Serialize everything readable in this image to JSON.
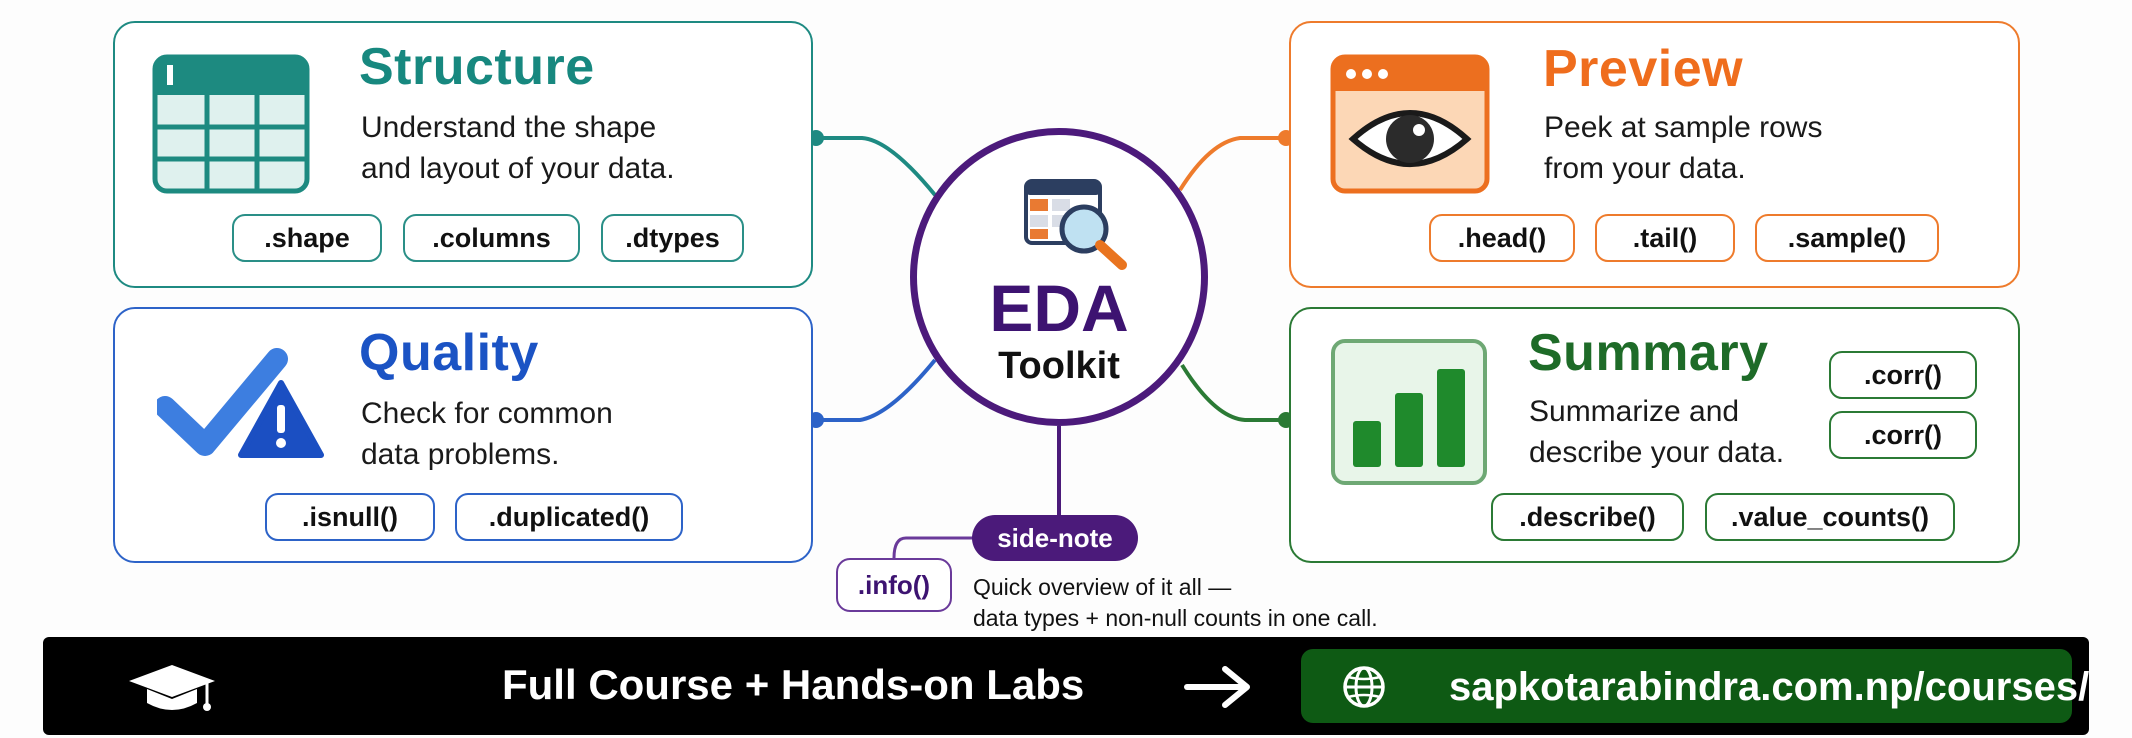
{
  "hub": {
    "title": "EDA",
    "subtitle": "Toolkit",
    "icon": "table-magnifier-icon"
  },
  "cards": {
    "structure": {
      "title": "Structure",
      "description": "Understand the shape\nand layout of your data.",
      "icon": "table-grid-icon",
      "color": "#17887f",
      "methods": [
        ".shape",
        ".columns",
        ".dtypes"
      ]
    },
    "quality": {
      "title": "Quality",
      "description": "Check for common\ndata problems.",
      "icon": "checkmark-warning-icon",
      "color": "#1b53c4",
      "methods": [
        ".isnull()",
        ".duplicated()"
      ]
    },
    "preview": {
      "title": "Preview",
      "description": "Peek at sample rows\nfrom your data.",
      "icon": "eye-window-icon",
      "color": "#ef6d1d",
      "methods": [
        ".head()",
        ".tail()",
        ".sample()"
      ]
    },
    "summary": {
      "title": "Summary",
      "description": "Summarize and\ndescribe your data.",
      "icon": "bar-chart-icon",
      "color": "#1e6b28",
      "methods": [
        ".corr()",
        ".corr()",
        ".describe()",
        ".value_counts()"
      ]
    }
  },
  "side_note": {
    "badge": "side-note",
    "method": ".info()",
    "text": "Quick overview of it all —\ndata types + non-null counts in one call."
  },
  "footer": {
    "cta": "Full Course + Hands-on Labs",
    "url": "sapkotarabindra.com.np/courses/",
    "cap_icon": "graduation-cap-icon",
    "arrow_icon": "arrow-right-icon",
    "globe_icon": "globe-icon",
    "link_color": "#0e5a14"
  }
}
